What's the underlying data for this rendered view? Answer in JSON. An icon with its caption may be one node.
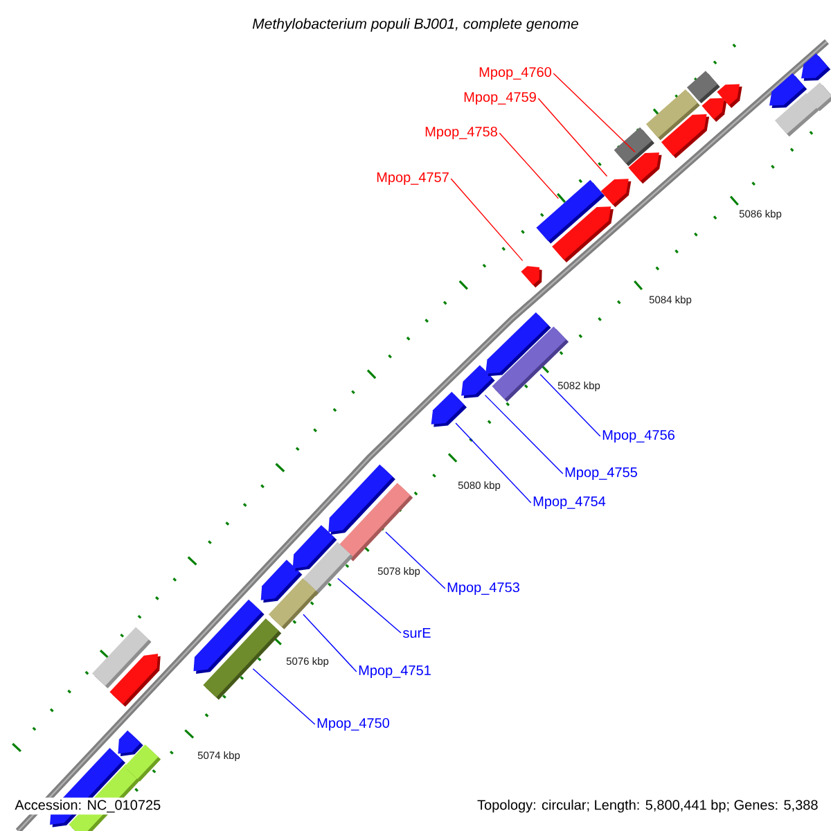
{
  "diagram": {
    "title": "Methylobacterium populi BJ001, complete genome",
    "nodes": [
      {
        "text": [
          "Mpop_4760"
        ]
      },
      {
        "text": [
          "Mpop_4759"
        ]
      },
      {
        "text": [
          "Mpop_4758"
        ]
      },
      {
        "text": [
          "Mpop_4757"
        ]
      },
      {
        "text": [],
        "shape": "pentagon"
      },
      {
        "text": [],
        "shape": "pentagon"
      },
      {
        "text": [],
        "shape": "box"
      },
      {
        "text": [],
        "shape": "pentagon"
      },
      {
        "text": [
          "Mpop_4756"
        ]
      },
      {
        "text": [
          "Mpop_4755"
        ]
      },
      {
        "text": [
          "Mpop_4754"
        ]
      },
      {
        "text": [
          "Mpop_4753"
        ]
      },
      {
        "text": [
          "surE"
        ]
      },
      {
        "text": [
          "Mpop_4751"
        ]
      },
      {
        "text": [
          "Mpop_4750"
        ]
      },
      {
        "text": [],
        "shape": "box"
      },
      {
        "text": [],
        "shape": "pentagon"
      },
      {
        "text": [],
        "shape": "pentagon"
      },
      {
        "text": [],
        "shape": "box"
      },
      {
        "text": [],
        "shape": "box"
      },
      {
        "text": [],
        "shape": "box"
      },
      {
        "text": [],
        "shape": "box"
      },
      {
        "text": [],
        "shape": "pentagon"
      },
      {
        "text": [],
        "shape": "box"
      },
      {
        "text": [],
        "shape": "box"
      },
      {
        "text": [],
        "shape": "pentagon"
      },
      {
        "text": [],
        "shape": "pentagon"
      },
      {
        "text": [],
        "shape": "box"
      },
      {
        "text": [],
        "shape": "pentagon"
      },
      {
        "text": [],
        "shape": "pentagon"
      },
      {
        "text": [],
        "shape": "pentagon"
      },
      {
        "text": [],
        "shape": "pentagon"
      },
      {
        "text": [],
        "shape": "pentagon"
      },
      {
        "text": [],
        "shape": "pentagon"
      },
      {
        "text": [],
        "shape": "box"
      },
      {
        "text": [],
        "shape": "box"
      },
      {
        "text": [],
        "shape": "pentagon"
      },
      {
        "text": [],
        "shape": "box"
      },
      {
        "text": [],
        "shape": "pentagon"
      },
      {
        "text": [],
        "shape": "pentagon"
      },
      {
        "text": [],
        "shape": "pentagon"
      },
      {
        "text": [],
        "shape": "box"
      },
      {
        "text": [],
        "shape": "pentagon"
      },
      {
        "text": [],
        "shape": "box"
      }
    ],
    "edges": [
      {
        "from": 0,
        "to": 4,
        "arrow": "none",
        "color": "#ff0000"
      },
      {
        "from": 1,
        "to": 5,
        "arrow": "none",
        "color": "#ff0000"
      },
      {
        "from": 2,
        "to": 6,
        "arrow": "none",
        "color": "#ff0000"
      },
      {
        "from": 3,
        "to": 7,
        "arrow": "none",
        "color": "#ff0000"
      },
      {
        "from": 8,
        "to": 15,
        "arrow": "none"
      },
      {
        "from": 9,
        "to": 16,
        "arrow": "none"
      },
      {
        "from": 10,
        "to": 17,
        "arrow": "none"
      },
      {
        "from": 11,
        "to": 18,
        "arrow": "none"
      },
      {
        "from": 12,
        "to": 19,
        "arrow": "none"
      },
      {
        "from": 13,
        "to": 20,
        "arrow": "none"
      },
      {
        "from": 14,
        "to": 21,
        "arrow": "none"
      }
    ],
    "labels": [
      "5086 kbp",
      "5084 kbp",
      "5082 kbp",
      "5080 kbp",
      "5078 kbp",
      "5076 kbp",
      "5074 kbp",
      "Accession: NC_010725",
      "Topology: circular; Length: 5,800,441 bp; Genes: 5,388"
    ]
  }
}
